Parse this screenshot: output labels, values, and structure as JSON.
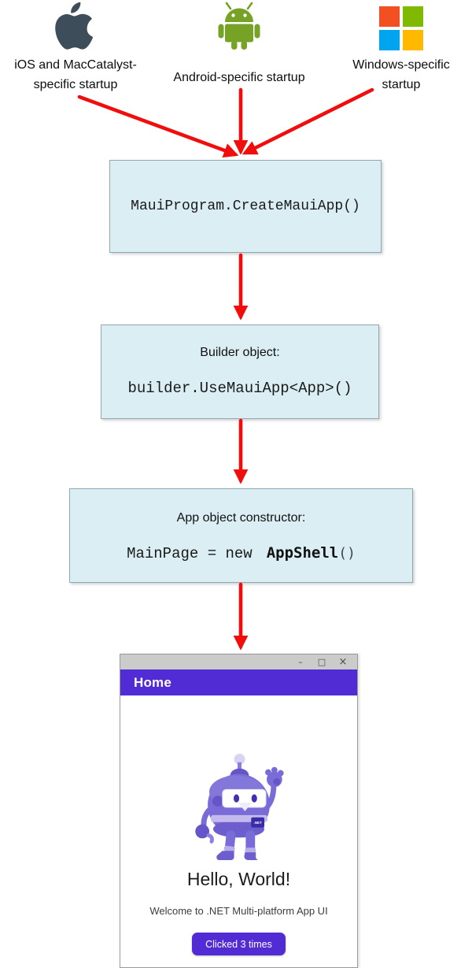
{
  "colors": {
    "arrow_red": "#F20D0D",
    "box_fill": "#DAEEF3",
    "box_border": "#8FA9B4",
    "accent_purple": "#512BD4",
    "apple_gray": "#3D4D59",
    "android_green": "#76A225",
    "windows_red": "#F25022",
    "windows_green": "#7FBA00",
    "windows_blue": "#00A4EF",
    "windows_yellow": "#FFB900"
  },
  "platforms": {
    "apple": {
      "icon": "apple-icon",
      "label_line1": "iOS and MacCatalyst-",
      "label_line2": "specific startup"
    },
    "android": {
      "icon": "android-icon",
      "label": "Android-specific startup"
    },
    "windows": {
      "icon": "windows-icon",
      "label_line1": "Windows-specific",
      "label_line2": "startup"
    }
  },
  "flow": {
    "box1": {
      "code": "MauiProgram.CreateMauiApp()"
    },
    "box2": {
      "title": "Builder object:",
      "code": "builder.UseMauiApp<App>()"
    },
    "box3": {
      "title": "App object constructor:",
      "code_prefix": "MainPage = new",
      "code_class": "AppShell",
      "code_suffix": "()"
    }
  },
  "app_window": {
    "icons": {
      "minimize": "–",
      "maximize": "□",
      "close": "×"
    },
    "nav_title": "Home",
    "bot_badge": ".NET",
    "hello": "Hello, World!",
    "welcome": "Welcome to .NET Multi-platform App UI",
    "button_label": "Clicked 3 times"
  }
}
